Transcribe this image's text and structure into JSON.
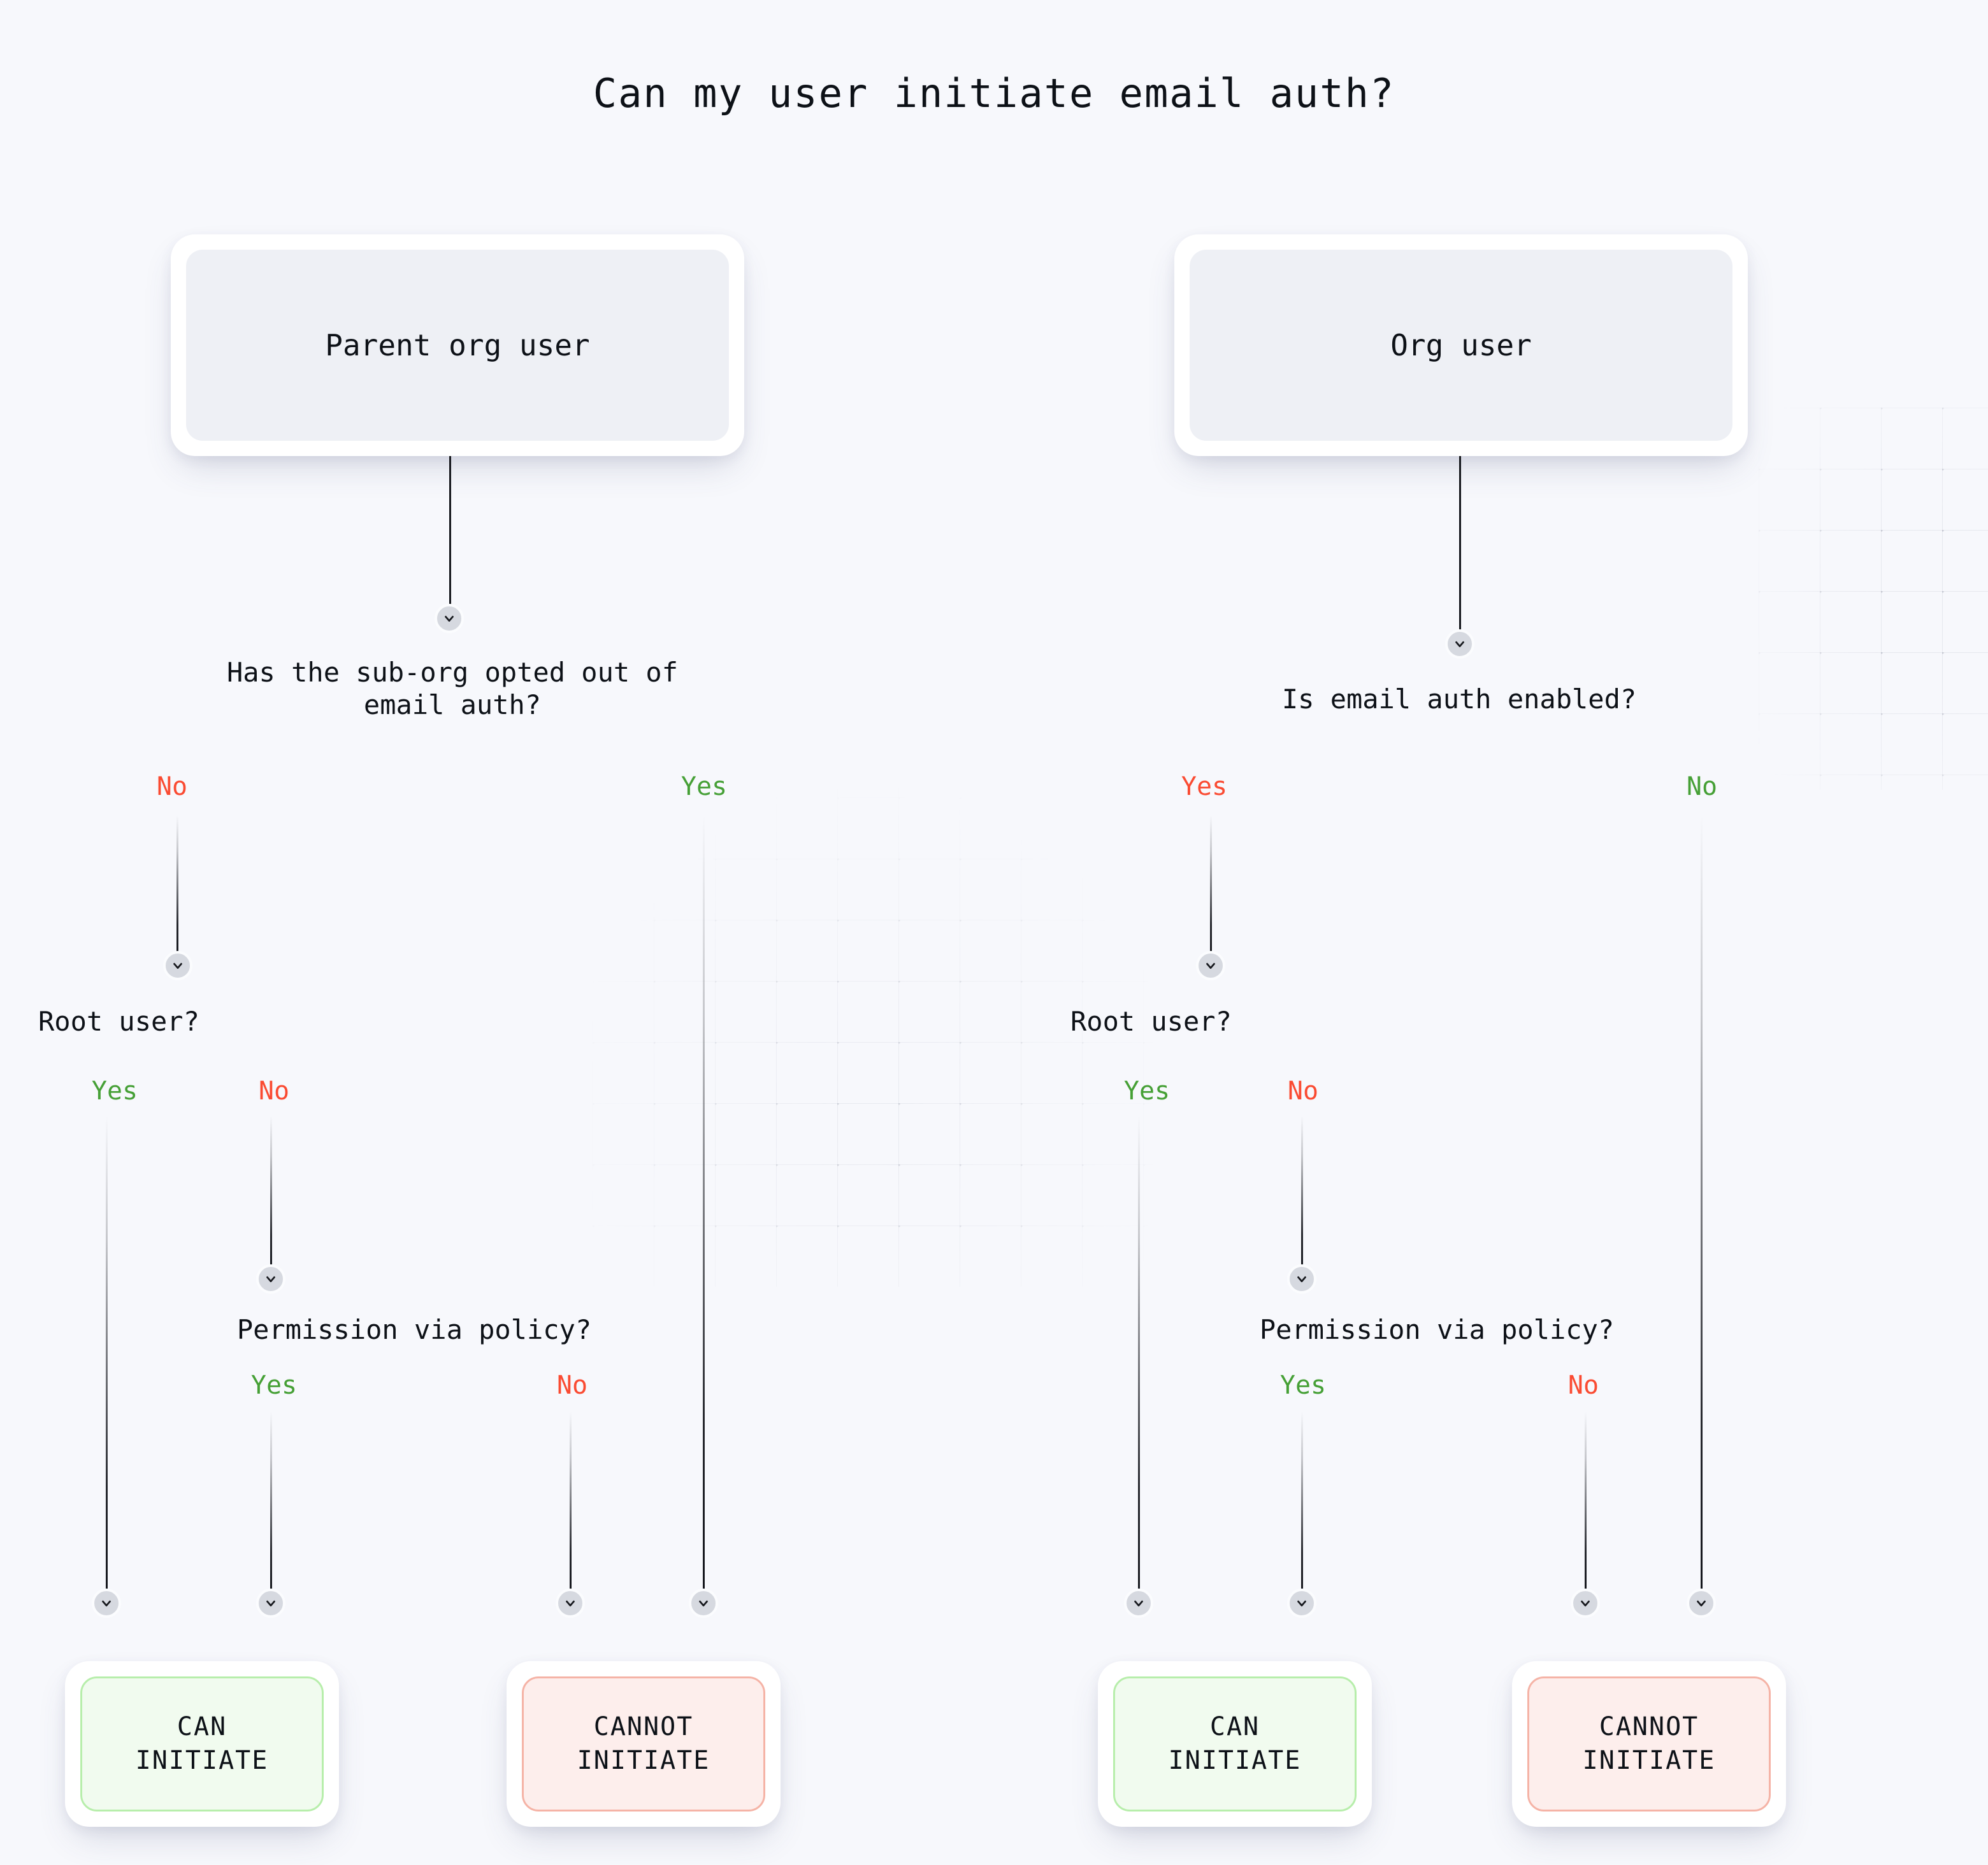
{
  "title": "Can my user initiate email auth?",
  "colors": {
    "background": "#f7f8fc",
    "yes_green": "#46a036",
    "no_red": "#fa4b32",
    "can_fill": "#f1fbef",
    "can_border": "#b7eeab",
    "cannot_fill": "#fdeeec",
    "cannot_border": "#f5b3a6",
    "neutral_fill": "#eef0f5",
    "card_shell": "#ffffff",
    "edge": "#16181d",
    "chevron_circle": "#d6d9e0"
  },
  "icons": {
    "chevron_down": "chevron-down-icon"
  },
  "left_branch": {
    "root_node": "Parent org user",
    "question_1": "Has the sub-org opted out of\nemail auth?",
    "question_1_labels": {
      "left": "No",
      "right": "Yes"
    },
    "question_2": "Root user?",
    "question_2_labels": {
      "left": "Yes",
      "right": "No"
    },
    "question_3": "Permission via policy?",
    "question_3_labels": {
      "left": "Yes",
      "right": "No"
    },
    "outcome_can": "CAN\nINITIATE",
    "outcome_cannot": "CANNOT\nINITIATE"
  },
  "right_branch": {
    "root_node": "Org user",
    "question_1": "Is email auth enabled?",
    "question_1_labels": {
      "left": "Yes",
      "right": "No"
    },
    "question_2": "Root user?",
    "question_2_labels": {
      "left": "Yes",
      "right": "No"
    },
    "question_3": "Permission via policy?",
    "question_3_labels": {
      "left": "Yes",
      "right": "No"
    },
    "outcome_can": "CAN\nINITIATE",
    "outcome_cannot": "CANNOT\nINITIATE"
  }
}
